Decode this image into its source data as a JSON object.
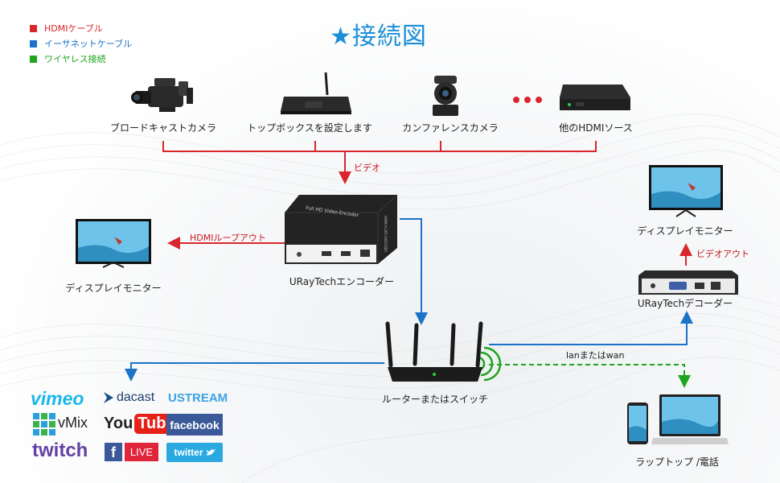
{
  "title": "★接続図",
  "legend": [
    {
      "label": "HDMIケーブル",
      "color": "#d9262c"
    },
    {
      "label": "イーサネットケーブル",
      "color": "#1b73c9"
    },
    {
      "label": "ワイヤレス接続",
      "color": "#1ea51e"
    }
  ],
  "sources": {
    "broadcast_camera": "ブロードキャストカメラ",
    "set_top_box": "トップボックスを設定します",
    "conference_camera": "カンファレンスカメラ",
    "other_hdmi": "他のHDMIソース"
  },
  "labels": {
    "video": "ビデオ",
    "hdmi_loop_out": "HDMIループアウト",
    "display_left": "ディスプレイモニター",
    "encoder": "URayTechエンコーダー",
    "router": "ルーターまたはスイッチ",
    "display_right": "ディスプレイモニター",
    "video_out": "ビデオアウト",
    "decoder": "URayTechデコーダー",
    "lan_wan": "lanまたはwan",
    "laptop_phone": "ラップトップ /電話"
  },
  "device_text": {
    "encoder_front": "Full HD Video Encoder",
    "encoder_side": "HDMI H.265 ENCODER"
  },
  "platforms": {
    "vimeo": "vimeo",
    "dacast": "dacast",
    "ustream": "USTREAM",
    "vmix": "vMix",
    "youtube_you": "You",
    "youtube_tube": "Tube",
    "facebook": "facebook",
    "twitch": "twitch",
    "fb_live_f": "f",
    "fb_live": "LIVE",
    "twitter": "twitter"
  },
  "colors": {
    "hdmi": "#d9262c",
    "ethernet": "#1b73c9",
    "wireless": "#1ea51e",
    "title": "#1b8fd8"
  }
}
